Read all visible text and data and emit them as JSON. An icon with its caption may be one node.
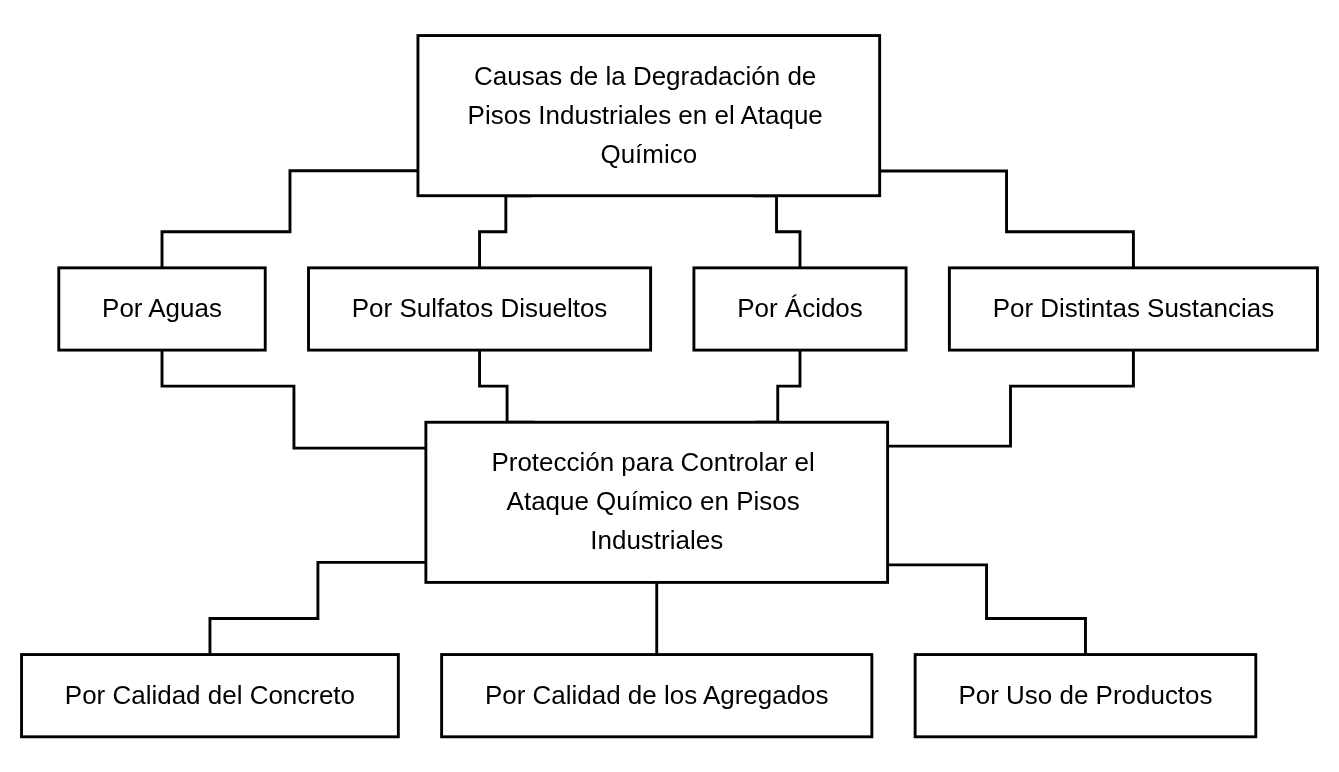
{
  "diagram": {
    "nodes": [
      {
        "text": [
          "Causas de la Degradación de Pisos Industriales en el Ataque Químico"
        ]
      },
      {
        "text": [
          "Por Aguas"
        ]
      },
      {
        "text": [
          "Por Sulfatos Disueltos"
        ]
      },
      {
        "text": [
          "Por Ácidos"
        ]
      },
      {
        "text": [
          "Por Distintas Sustancias"
        ]
      },
      {
        "text": [
          "Protección para Controlar el Ataque Químico en Pisos Industriales"
        ]
      },
      {
        "text": [
          "Por Calidad del Concreto"
        ]
      },
      {
        "text": [
          "Por Calidad de los Agregados"
        ]
      },
      {
        "text": [
          "Por Uso de Productos"
        ]
      }
    ],
    "edges": [
      {
        "from": 0,
        "to": 1,
        "arrow": "none"
      },
      {
        "from": 0,
        "to": 2,
        "arrow": "none"
      },
      {
        "from": 0,
        "to": 3,
        "arrow": "none"
      },
      {
        "from": 0,
        "to": 4,
        "arrow": "none"
      },
      {
        "from": 1,
        "to": 5,
        "arrow": "none"
      },
      {
        "from": 2,
        "to": 5,
        "arrow": "none"
      },
      {
        "from": 3,
        "to": 5,
        "arrow": "none"
      },
      {
        "from": 4,
        "to": 5,
        "arrow": "none"
      },
      {
        "from": 5,
        "to": 6,
        "arrow": "none"
      },
      {
        "from": 5,
        "to": 7,
        "arrow": "none"
      },
      {
        "from": 5,
        "to": 8,
        "arrow": "none"
      }
    ]
  }
}
